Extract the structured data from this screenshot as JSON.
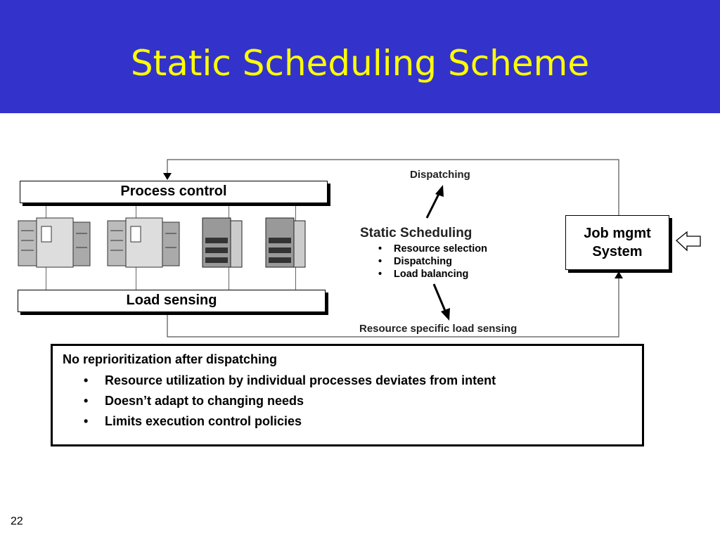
{
  "slide": {
    "title": "Static Scheduling Scheme",
    "page_number": "22"
  },
  "diagram": {
    "process_control_label": "Process control",
    "load_sensing_label": "Load sensing",
    "dispatching_label": "Dispatching",
    "static_scheduling": {
      "heading": "Static Scheduling",
      "items": [
        "Resource selection",
        "Dispatching",
        "Load balancing"
      ]
    },
    "resource_load_sensing_label": "Resource specific load sensing",
    "job_mgmt": {
      "line1": "Job mgmt",
      "line2": "System"
    },
    "server_icons": [
      "server-icon",
      "server-icon",
      "server-icon",
      "server-icon"
    ]
  },
  "notes": {
    "heading": "No reprioritization after dispatching",
    "items": [
      "Resource utilization by individual processes deviates from intent",
      "Doesn’t adapt to changing needs",
      "Limits execution control policies"
    ]
  }
}
